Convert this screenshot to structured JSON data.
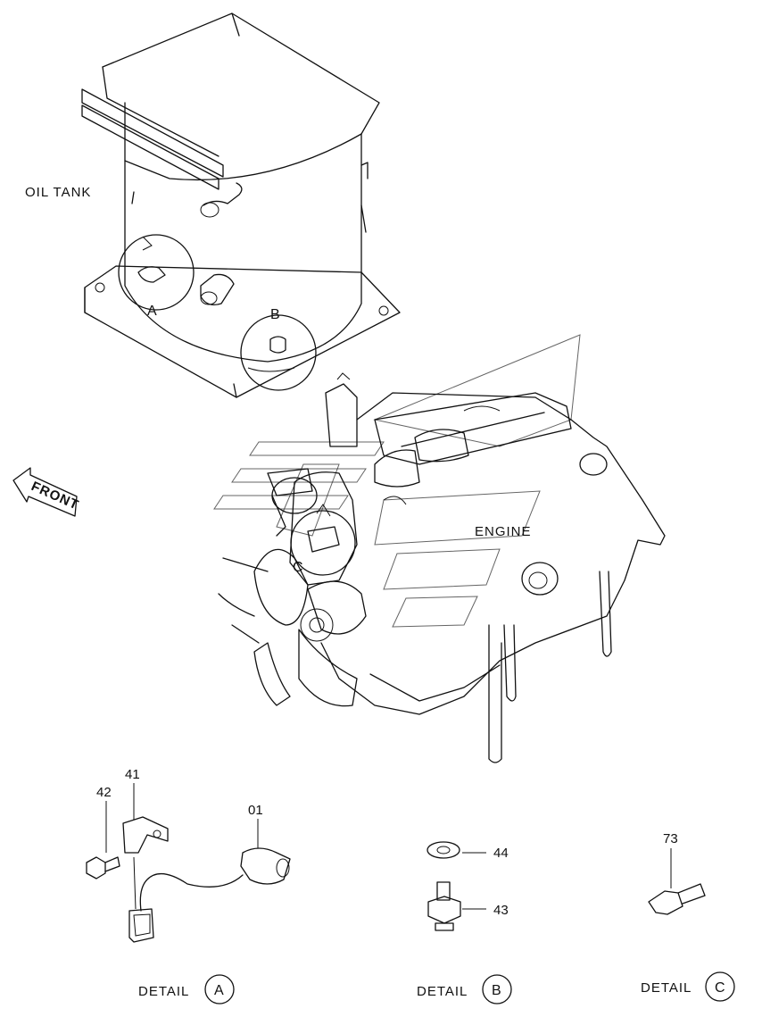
{
  "labels": {
    "oil_tank": "OIL  TANK",
    "engine": "ENGINE",
    "front": "FRONT"
  },
  "callouts": {
    "a": "A",
    "b": "B",
    "c": "C"
  },
  "parts": {
    "p01": "01",
    "p41": "41",
    "p42": "42",
    "p43": "43",
    "p44": "44",
    "p73": "73"
  },
  "details": {
    "a_text": "DETAIL",
    "a_letter": "A",
    "b_text": "DETAIL",
    "b_letter": "B",
    "c_text": "DETAIL",
    "c_letter": "C"
  }
}
